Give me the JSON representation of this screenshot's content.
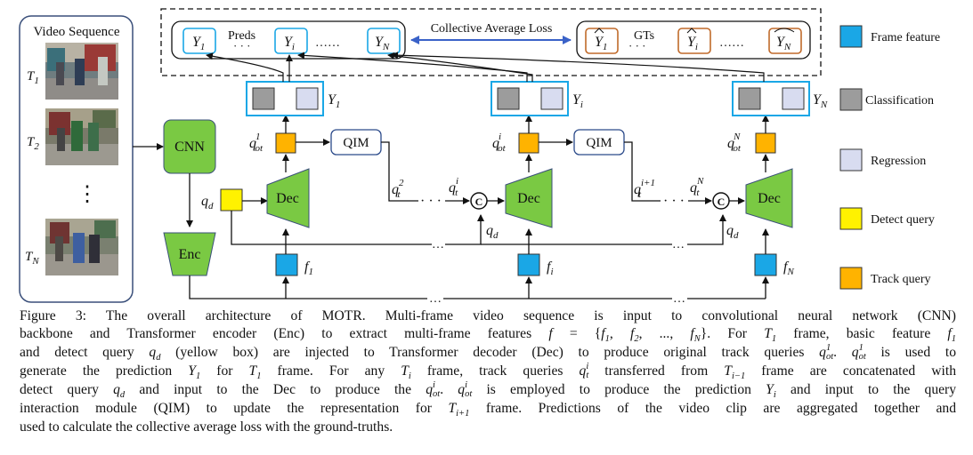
{
  "diagram": {
    "video_panel": {
      "title": "Video Sequence",
      "frames": [
        {
          "label": "T",
          "sub": "1"
        },
        {
          "label": "T",
          "sub": "2"
        },
        {
          "label": "T",
          "sub": "N"
        }
      ],
      "vdots": "⋮"
    },
    "blocks": {
      "cnn": "CNN",
      "enc": "Enc",
      "dec": "Dec",
      "qim": "QIM",
      "concat": "C"
    },
    "top_panel": {
      "preds_label": "Preds",
      "gts_label": "GTs",
      "loss_label": "Collective Average Loss",
      "dots": "……",
      "preds": [
        {
          "sym": "Y",
          "sub": "1"
        },
        {
          "sym": "Y",
          "sub": "i"
        },
        {
          "sym": "Y",
          "sub": "N"
        }
      ],
      "gts": [
        {
          "sym": "Ŷ",
          "sub": "1"
        },
        {
          "sym": "Ŷ",
          "sub": "i"
        },
        {
          "sym": "Ŷ",
          "sub": "N"
        }
      ]
    },
    "math": {
      "qd": {
        "base": "q",
        "sub": "d"
      },
      "q_ot": [
        "1",
        "i",
        "N"
      ],
      "q_t": [
        "2",
        "i",
        "i+1",
        "N"
      ],
      "f": [
        "1",
        "i",
        "N"
      ],
      "Y": [
        "1",
        "i",
        "N"
      ],
      "ellipsis": "…",
      "ellipsis_long": "· · ·"
    },
    "legend": [
      {
        "label": "Frame feature",
        "color": "#1aa7e6"
      },
      {
        "label": "Classification",
        "color": "#9c9c9c"
      },
      {
        "label": "Regression",
        "color": "#d8dcf0"
      },
      {
        "label": "Detect query",
        "color": "#fff200"
      },
      {
        "label": "Track query",
        "color": "#ffb300"
      }
    ],
    "colors": {
      "green": "#7ac943",
      "blue_border": "#1aa7e6",
      "qim_border": "#2b4a8a",
      "gt_border": "#c06a2a",
      "panel_border": "#3a4f7a"
    }
  },
  "caption": {
    "lines": [
      [
        {
          "t": "Figure 3: The overall architecture of MOTR. Multi-frame video sequence is input to convolutional neural network (CNN)"
        }
      ],
      [
        {
          "t": "backbone and Transformer encoder (Enc) to extract multi-frame features "
        },
        {
          "m": "f"
        },
        {
          "t": " = {"
        },
        {
          "m": "f"
        },
        {
          "s": "1"
        },
        {
          "t": ", "
        },
        {
          "m": "f"
        },
        {
          "s": "2"
        },
        {
          "t": ", ..., "
        },
        {
          "m": "f"
        },
        {
          "s": "N"
        },
        {
          "t": "}. For "
        },
        {
          "m": "T"
        },
        {
          "s": "1"
        },
        {
          "t": " frame, basic feature "
        },
        {
          "m": "f"
        },
        {
          "s": "1"
        }
      ],
      [
        {
          "t": "and detect query "
        },
        {
          "m": "q"
        },
        {
          "s": "d"
        },
        {
          "t": " (yellow box) are injected to Transformer decoder (Dec) to produce original track queries "
        },
        {
          "m": "q"
        },
        {
          "sup": "1",
          "s": "ot"
        },
        {
          "t": ". "
        },
        {
          "m": "q"
        },
        {
          "sup": "1",
          "s": "ot"
        },
        {
          "t": " is used to"
        }
      ],
      [
        {
          "t": "generate the prediction "
        },
        {
          "m": "Y"
        },
        {
          "s": "1"
        },
        {
          "t": " for "
        },
        {
          "m": "T"
        },
        {
          "s": "1"
        },
        {
          "t": " frame. For any "
        },
        {
          "m": "T"
        },
        {
          "s": "i"
        },
        {
          "t": " frame, track queries "
        },
        {
          "m": "q"
        },
        {
          "sup": "i",
          "s": "t"
        },
        {
          "t": " transferred from "
        },
        {
          "m": "T"
        },
        {
          "s": "i−1"
        },
        {
          "t": " frame are concatenated with"
        }
      ],
      [
        {
          "t": "detect query "
        },
        {
          "m": "q"
        },
        {
          "s": "d"
        },
        {
          "t": " and input to the Dec to produce the "
        },
        {
          "m": "q"
        },
        {
          "sup": "i",
          "s": "ot"
        },
        {
          "t": ". "
        },
        {
          "m": "q"
        },
        {
          "sup": "i",
          "s": "ot"
        },
        {
          "t": " is employed to produce the prediction "
        },
        {
          "m": "Y"
        },
        {
          "s": "i"
        },
        {
          "t": " and input to the query"
        }
      ],
      [
        {
          "t": "interaction module (QIM) to update the representation for "
        },
        {
          "m": "T"
        },
        {
          "s": "i+1"
        },
        {
          "t": " frame. Predictions of the video clip are aggregated together and"
        }
      ],
      [
        {
          "t": "used to calculate the collective average loss with the ground-truths."
        }
      ]
    ]
  }
}
